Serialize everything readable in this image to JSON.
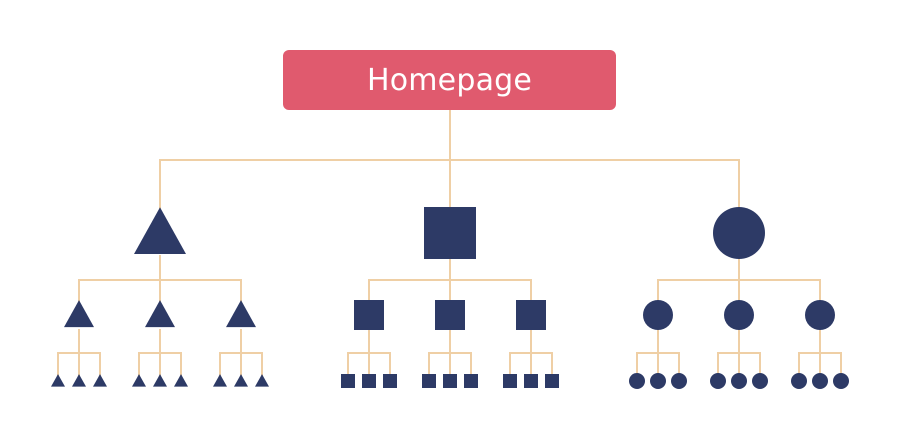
{
  "root": {
    "label": "Homepage"
  },
  "branches": [
    {
      "shape": "triangle",
      "children": 3,
      "grandchildren_per_child": 3
    },
    {
      "shape": "square",
      "children": 3,
      "grandchildren_per_child": 3
    },
    {
      "shape": "circle",
      "children": 3,
      "grandchildren_per_child": 3
    }
  ],
  "colors": {
    "root_fill": "#e05a6e",
    "root_text": "#ffffff",
    "node_fill": "#2d3a66",
    "connector": "#efcfa5"
  }
}
